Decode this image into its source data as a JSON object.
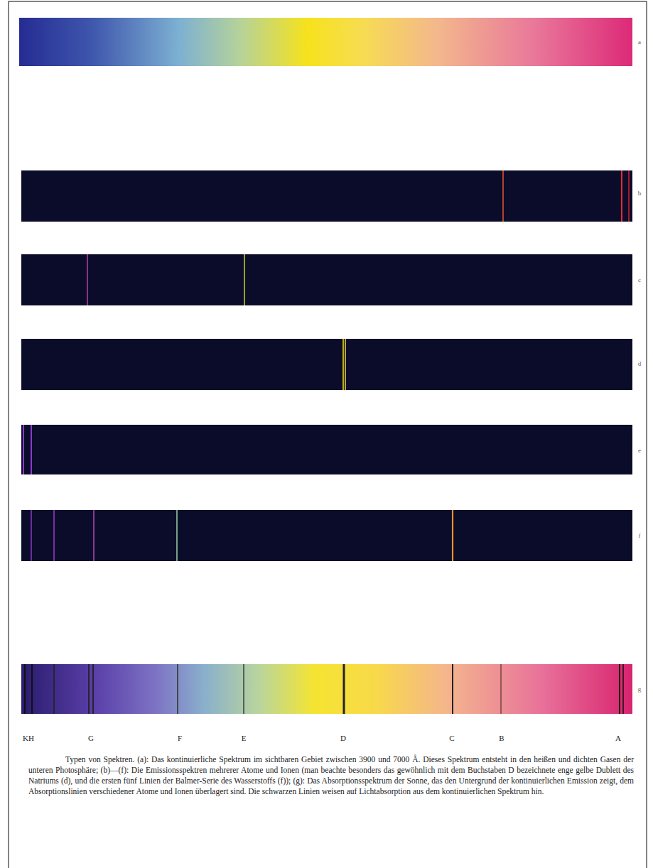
{
  "diagram": {
    "caption": "Typen von Spektren. (a): Das kontinuierliche Spektrum im sichtbaren Gebiet zwischen 3900 und 7000 Å. Dieses Spektrum entsteht in den heißen und dichten Gasen der unteren Photosphäre; (b)—(f): Die Emissionsspektren mehrerer Atome und Ionen (man beachte besonders das gewöhnlich mit dem Buchstaben D bezeichnete enge gelbe Dublett des Natriums (d), und die ersten fünf Linien der Balmer-Serie des Wasserstoffs (f)); (g): Das Absorptionsspektrum der Sonne, das den Untergrund der kontinuierlichen Emission zeigt, dem Absorptionslinien verschiedener Atome und Ionen überlagert sind. Die schwarzen Linien weisen auf Lichtabsorption aus dem kontinuierlichen Spektrum hin.",
    "labels": [
      "a",
      "b",
      "c",
      "d",
      "e",
      "f",
      "g",
      "KH",
      "G",
      "F",
      "E",
      "D",
      "C",
      "B",
      "A"
    ]
  }
}
